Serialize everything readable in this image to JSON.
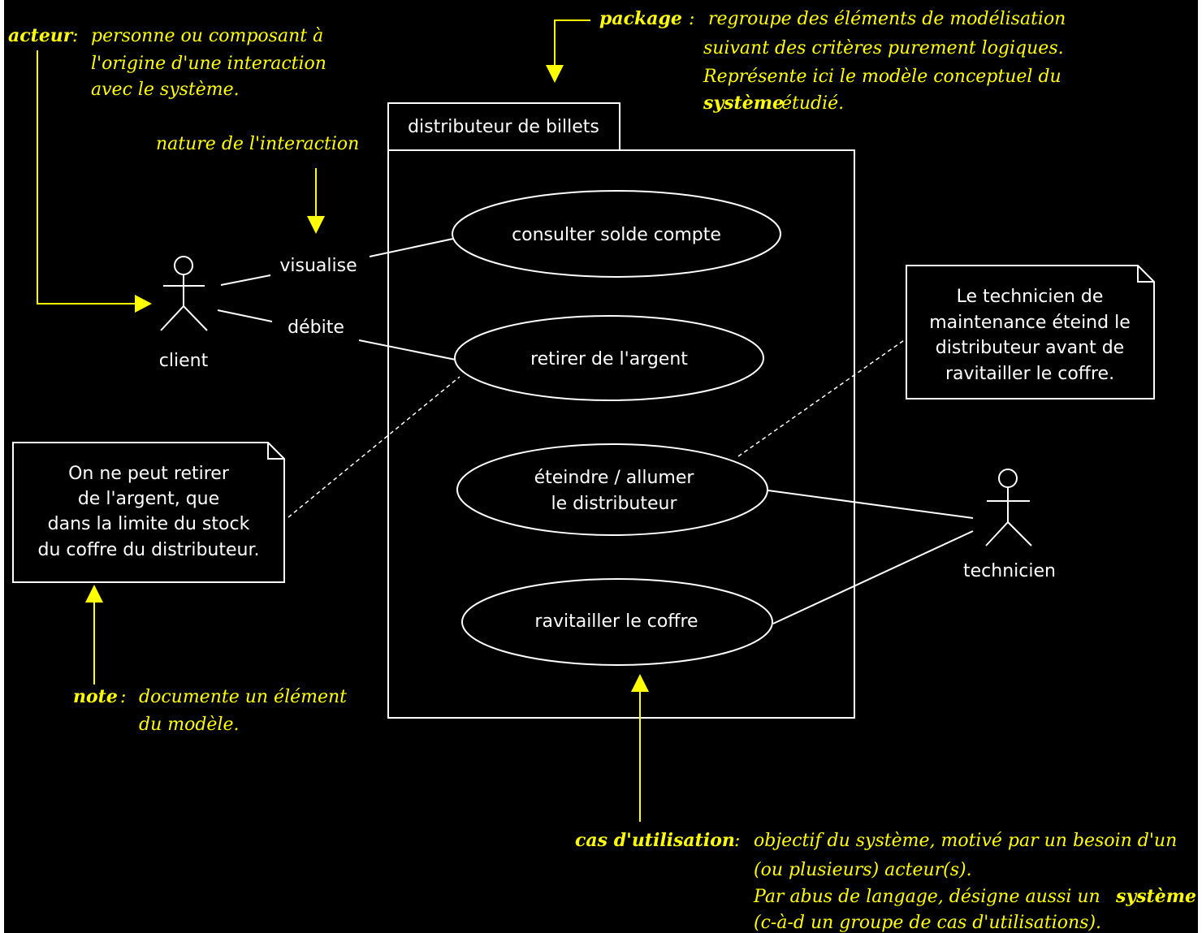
{
  "package": {
    "label": "distributeur de billets"
  },
  "use_cases": {
    "consulter": "consulter solde compte",
    "retirer": "retirer de l'argent",
    "eteindre_1": "éteindre / allumer",
    "eteindre_2": "le distributeur",
    "ravitailler": "ravitailler le coffre"
  },
  "actors": {
    "client": "client",
    "technicien": "technicien"
  },
  "links": {
    "visualise": "visualise",
    "debite": "débite"
  },
  "note_left": {
    "line1": "On ne peut retirer",
    "line2": "de l'argent, que",
    "line3": "dans la limite du stock",
    "line4": "du coffre du distributeur."
  },
  "note_right": {
    "line1": "Le technicien de",
    "line2": "maintenance éteind le",
    "line3": "distributeur avant de",
    "line4": "ravitailler le coffre."
  },
  "annotations": {
    "acteur": {
      "term": "acteur",
      "sep": ":",
      "line1": "personne ou composant à",
      "line2": "l'origine d'une interaction",
      "line3": "avec le système."
    },
    "nature": {
      "text": "nature de l'interaction"
    },
    "package": {
      "term": "package",
      "sep": ":",
      "line1": "regroupe des éléments de modélisation",
      "line2": "suivant des critères purement logiques.",
      "line3": "Représente ici le modèle conceptuel du",
      "line4_bold": "système",
      "line4_rest": "étudié."
    },
    "note": {
      "term": "note",
      "sep": ":",
      "line1": "documente un élément",
      "line2": "du modèle."
    },
    "cas": {
      "term": "cas d'utilisation",
      "sep": ":",
      "line1": "objectif du système, motivé par un besoin d'un",
      "line2": "(ou plusieurs) acteur(s).",
      "line3_rest": "Par abus de langage, désigne aussi un",
      "line3_bold": "système",
      "line4": "(c-à-d un groupe de cas d'utilisations)."
    }
  },
  "colors": {
    "background": "#000000",
    "diagram": "#ffffff",
    "annotation": "#ffff00",
    "frame": "#ffffff"
  }
}
